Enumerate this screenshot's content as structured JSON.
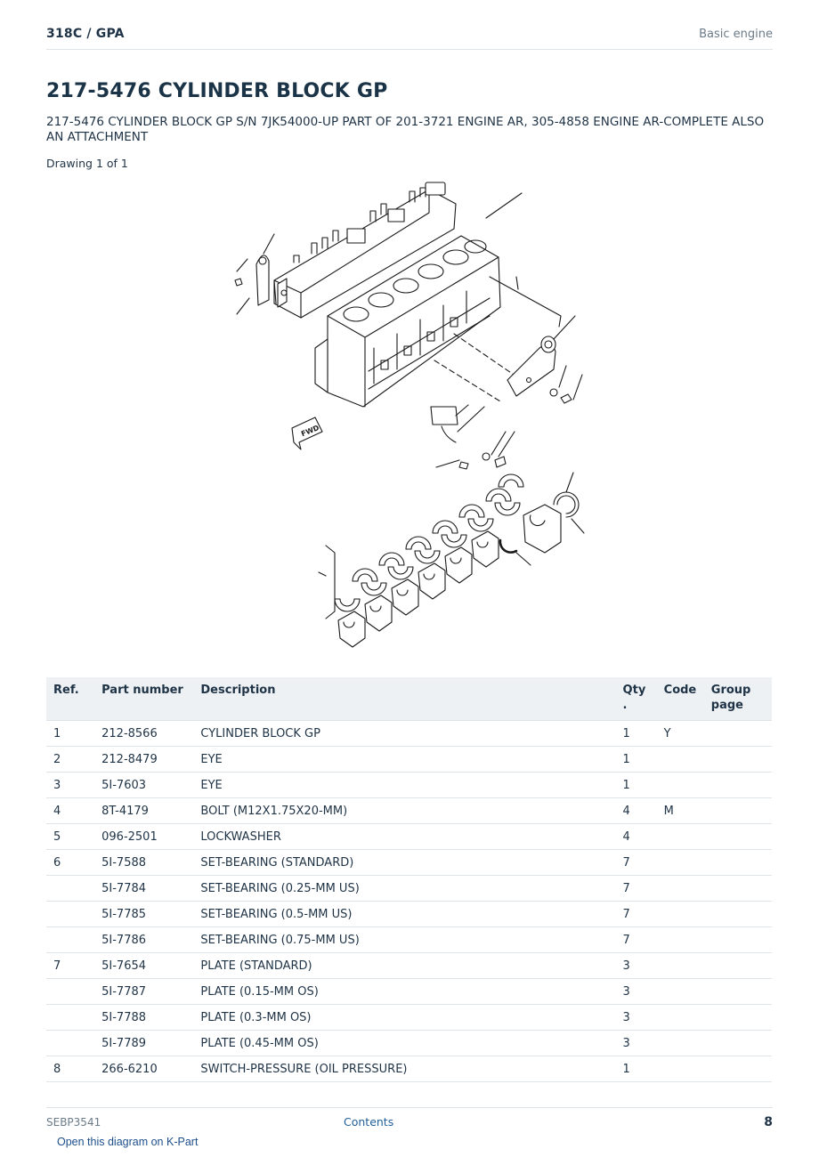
{
  "header": {
    "model": "318C  /  GPA",
    "section": "Basic engine"
  },
  "title": "217-5476 CYLINDER BLOCK GP",
  "description": "217-5476 CYLINDER BLOCK GP S/N 7JK54000-UP PART OF 201-3721 ENGINE AR, 305-4858 ENGINE AR-COMPLETE ALSO AN ATTACHMENT",
  "drawing_label": "Drawing 1 of 1",
  "diagram": {
    "fwd_label": "FWD"
  },
  "table": {
    "headers": {
      "ref": "Ref.",
      "part_number": "Part number",
      "description": "Description",
      "qty": "Qty .",
      "code": "Code",
      "group_page": "Group page"
    },
    "rows": [
      {
        "ref": "1",
        "part_number": "212-8566",
        "description": "CYLINDER BLOCK GP",
        "qty": "1",
        "code": "Y",
        "group_page": ""
      },
      {
        "ref": "2",
        "part_number": "212-8479",
        "description": "EYE",
        "qty": "1",
        "code": "",
        "group_page": ""
      },
      {
        "ref": "3",
        "part_number": "5I-7603",
        "description": "EYE",
        "qty": "1",
        "code": "",
        "group_page": ""
      },
      {
        "ref": "4",
        "part_number": "8T-4179",
        "description": "BOLT (M12X1.75X20-MM)",
        "qty": "4",
        "code": "M",
        "group_page": ""
      },
      {
        "ref": "5",
        "part_number": "096-2501",
        "description": "LOCKWASHER",
        "qty": "4",
        "code": "",
        "group_page": ""
      },
      {
        "ref": "6",
        "part_number": "5I-7588",
        "description": "SET-BEARING (STANDARD)",
        "qty": "7",
        "code": "",
        "group_page": ""
      },
      {
        "ref": "",
        "part_number": "5I-7784",
        "description": "SET-BEARING (0.25-MM US)",
        "qty": "7",
        "code": "",
        "group_page": ""
      },
      {
        "ref": "",
        "part_number": "5I-7785",
        "description": "SET-BEARING (0.5-MM US)",
        "qty": "7",
        "code": "",
        "group_page": ""
      },
      {
        "ref": "",
        "part_number": "5I-7786",
        "description": "SET-BEARING (0.75-MM US)",
        "qty": "7",
        "code": "",
        "group_page": ""
      },
      {
        "ref": "7",
        "part_number": "5I-7654",
        "description": "PLATE (STANDARD)",
        "qty": "3",
        "code": "",
        "group_page": ""
      },
      {
        "ref": "",
        "part_number": "5I-7787",
        "description": "PLATE (0.15-MM OS)",
        "qty": "3",
        "code": "",
        "group_page": ""
      },
      {
        "ref": "",
        "part_number": "5I-7788",
        "description": "PLATE (0.3-MM OS)",
        "qty": "3",
        "code": "",
        "group_page": ""
      },
      {
        "ref": "",
        "part_number": "5I-7789",
        "description": "PLATE (0.45-MM OS)",
        "qty": "3",
        "code": "",
        "group_page": ""
      },
      {
        "ref": "8",
        "part_number": "266-6210",
        "description": "SWITCH-PRESSURE (OIL PRESSURE)",
        "qty": "1",
        "code": "",
        "group_page": ""
      }
    ]
  },
  "footer": {
    "doc_id": "SEBP3541",
    "contents_link": "Contents",
    "page": "8"
  },
  "kpart_link": "Open this diagram on K-Part"
}
